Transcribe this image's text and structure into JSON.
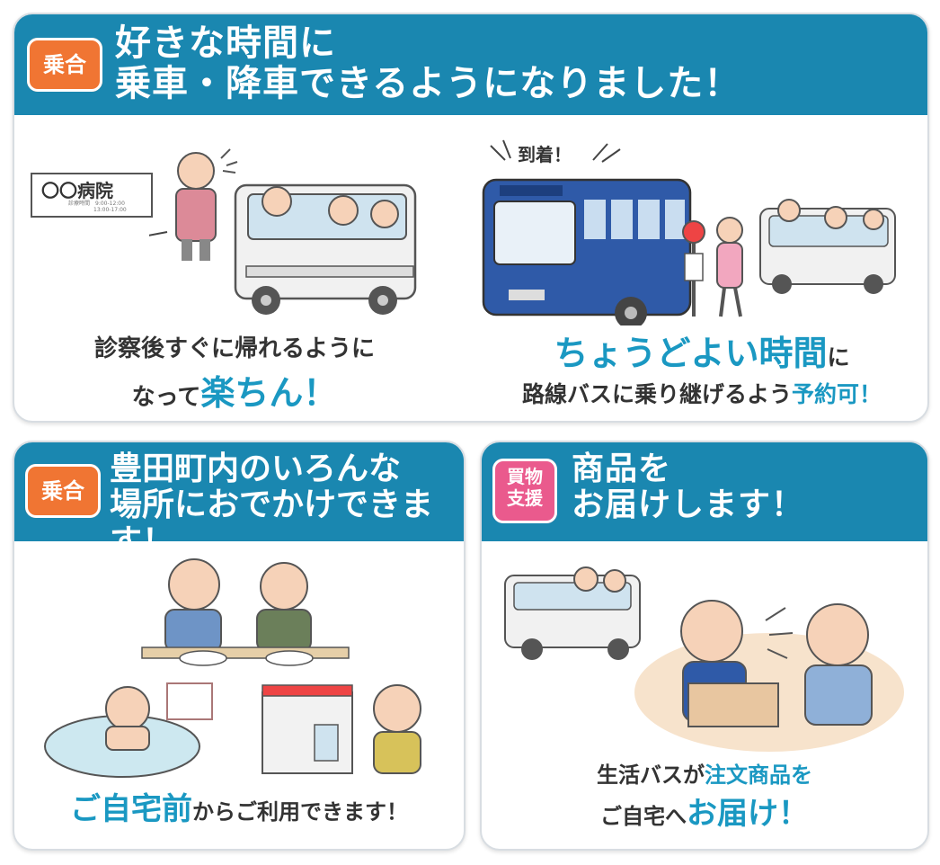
{
  "colors": {
    "header": "#1a87b0",
    "badge_orange": "#f07533",
    "badge_pink": "#ea5a8d",
    "highlight": "#1a98c2",
    "text": "#333333",
    "bus_blue": "#2f5aa8"
  },
  "top": {
    "badge": "乗合",
    "title_line1": "好きな時間に",
    "title_line2": "乗車・降車できるようになりました！",
    "left": {
      "sign_text": "〇〇病院",
      "sign_hours_line1": "診療時間　9:00-12:00",
      "sign_hours_line2": "13:00-17:00",
      "caption_line1": "診察後すぐに帰れるように",
      "caption_line2_pre": "なって",
      "caption_line2_hl": "楽ちん！"
    },
    "right": {
      "arrival_text": "到着！",
      "caption_line1_hl": "ちょうどよい時間",
      "caption_line1_post": "に",
      "caption_line2_pre": "路線バスに乗り継げるよう",
      "caption_line2_hl": "予約可！"
    }
  },
  "bottom_left": {
    "badge": "乗合",
    "title_line1": "豊田町内のいろんな",
    "title_line2": "場所におでかけできます！",
    "caption_hl": "ご自宅前",
    "caption_post": "からご利用できます！"
  },
  "bottom_right": {
    "badge_line1": "買物",
    "badge_line2": "支援",
    "title_line1": "商品を",
    "title_line2": "お届けします！",
    "caption_line1_pre": "生活バスが",
    "caption_line1_hl": "注文商品を",
    "caption_line2_pre": "ご自宅へ",
    "caption_line2_hl": "お届け！"
  }
}
